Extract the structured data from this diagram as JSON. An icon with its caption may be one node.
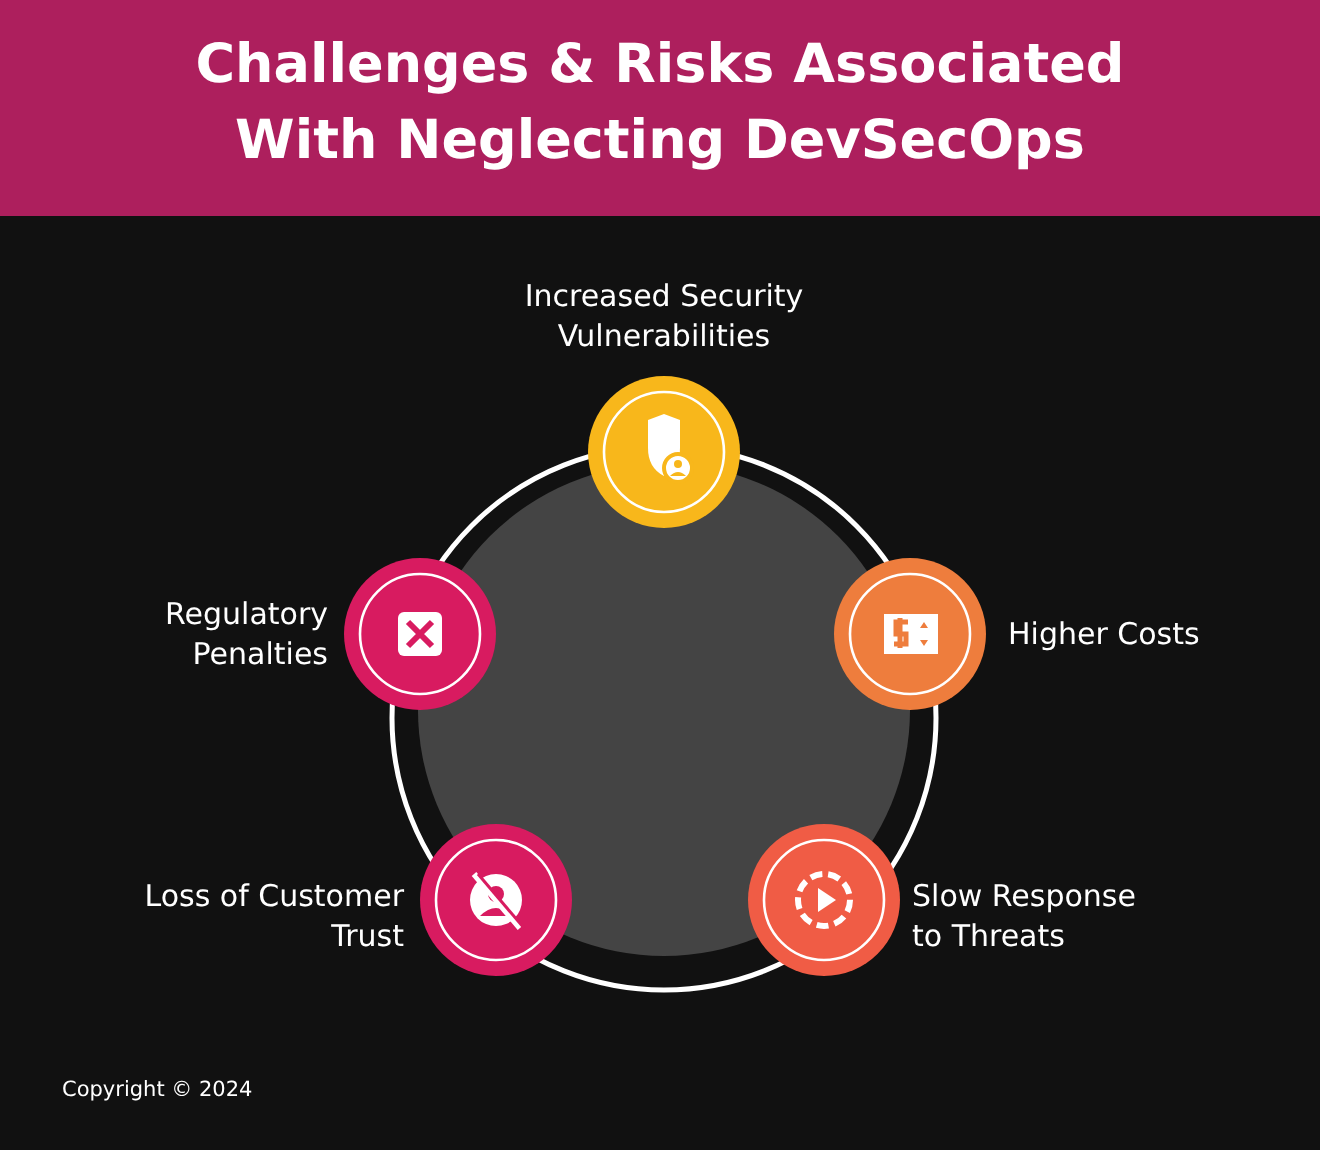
{
  "diagram": {
    "title": "Challenges & Risks Associated With Neglecting DevSecOps",
    "nodes": [
      {
        "text": [],
        "shape": "circle",
        "beside": [
          "Increased Security Vulnerabilities"
        ]
      },
      {
        "text": [],
        "shape": "circle",
        "beside": [
          "Higher Costs"
        ]
      },
      {
        "text": [],
        "shape": "circle",
        "beside": [
          "Slow Response to Threats"
        ]
      },
      {
        "text": [],
        "shape": "circle",
        "beside": [
          "Loss of Customer Trust"
        ]
      },
      {
        "text": [],
        "shape": "circle",
        "beside": [
          "Regulatory Penalties"
        ]
      }
    ],
    "edges": [],
    "labels": [
      "Copyright © 2024"
    ]
  }
}
